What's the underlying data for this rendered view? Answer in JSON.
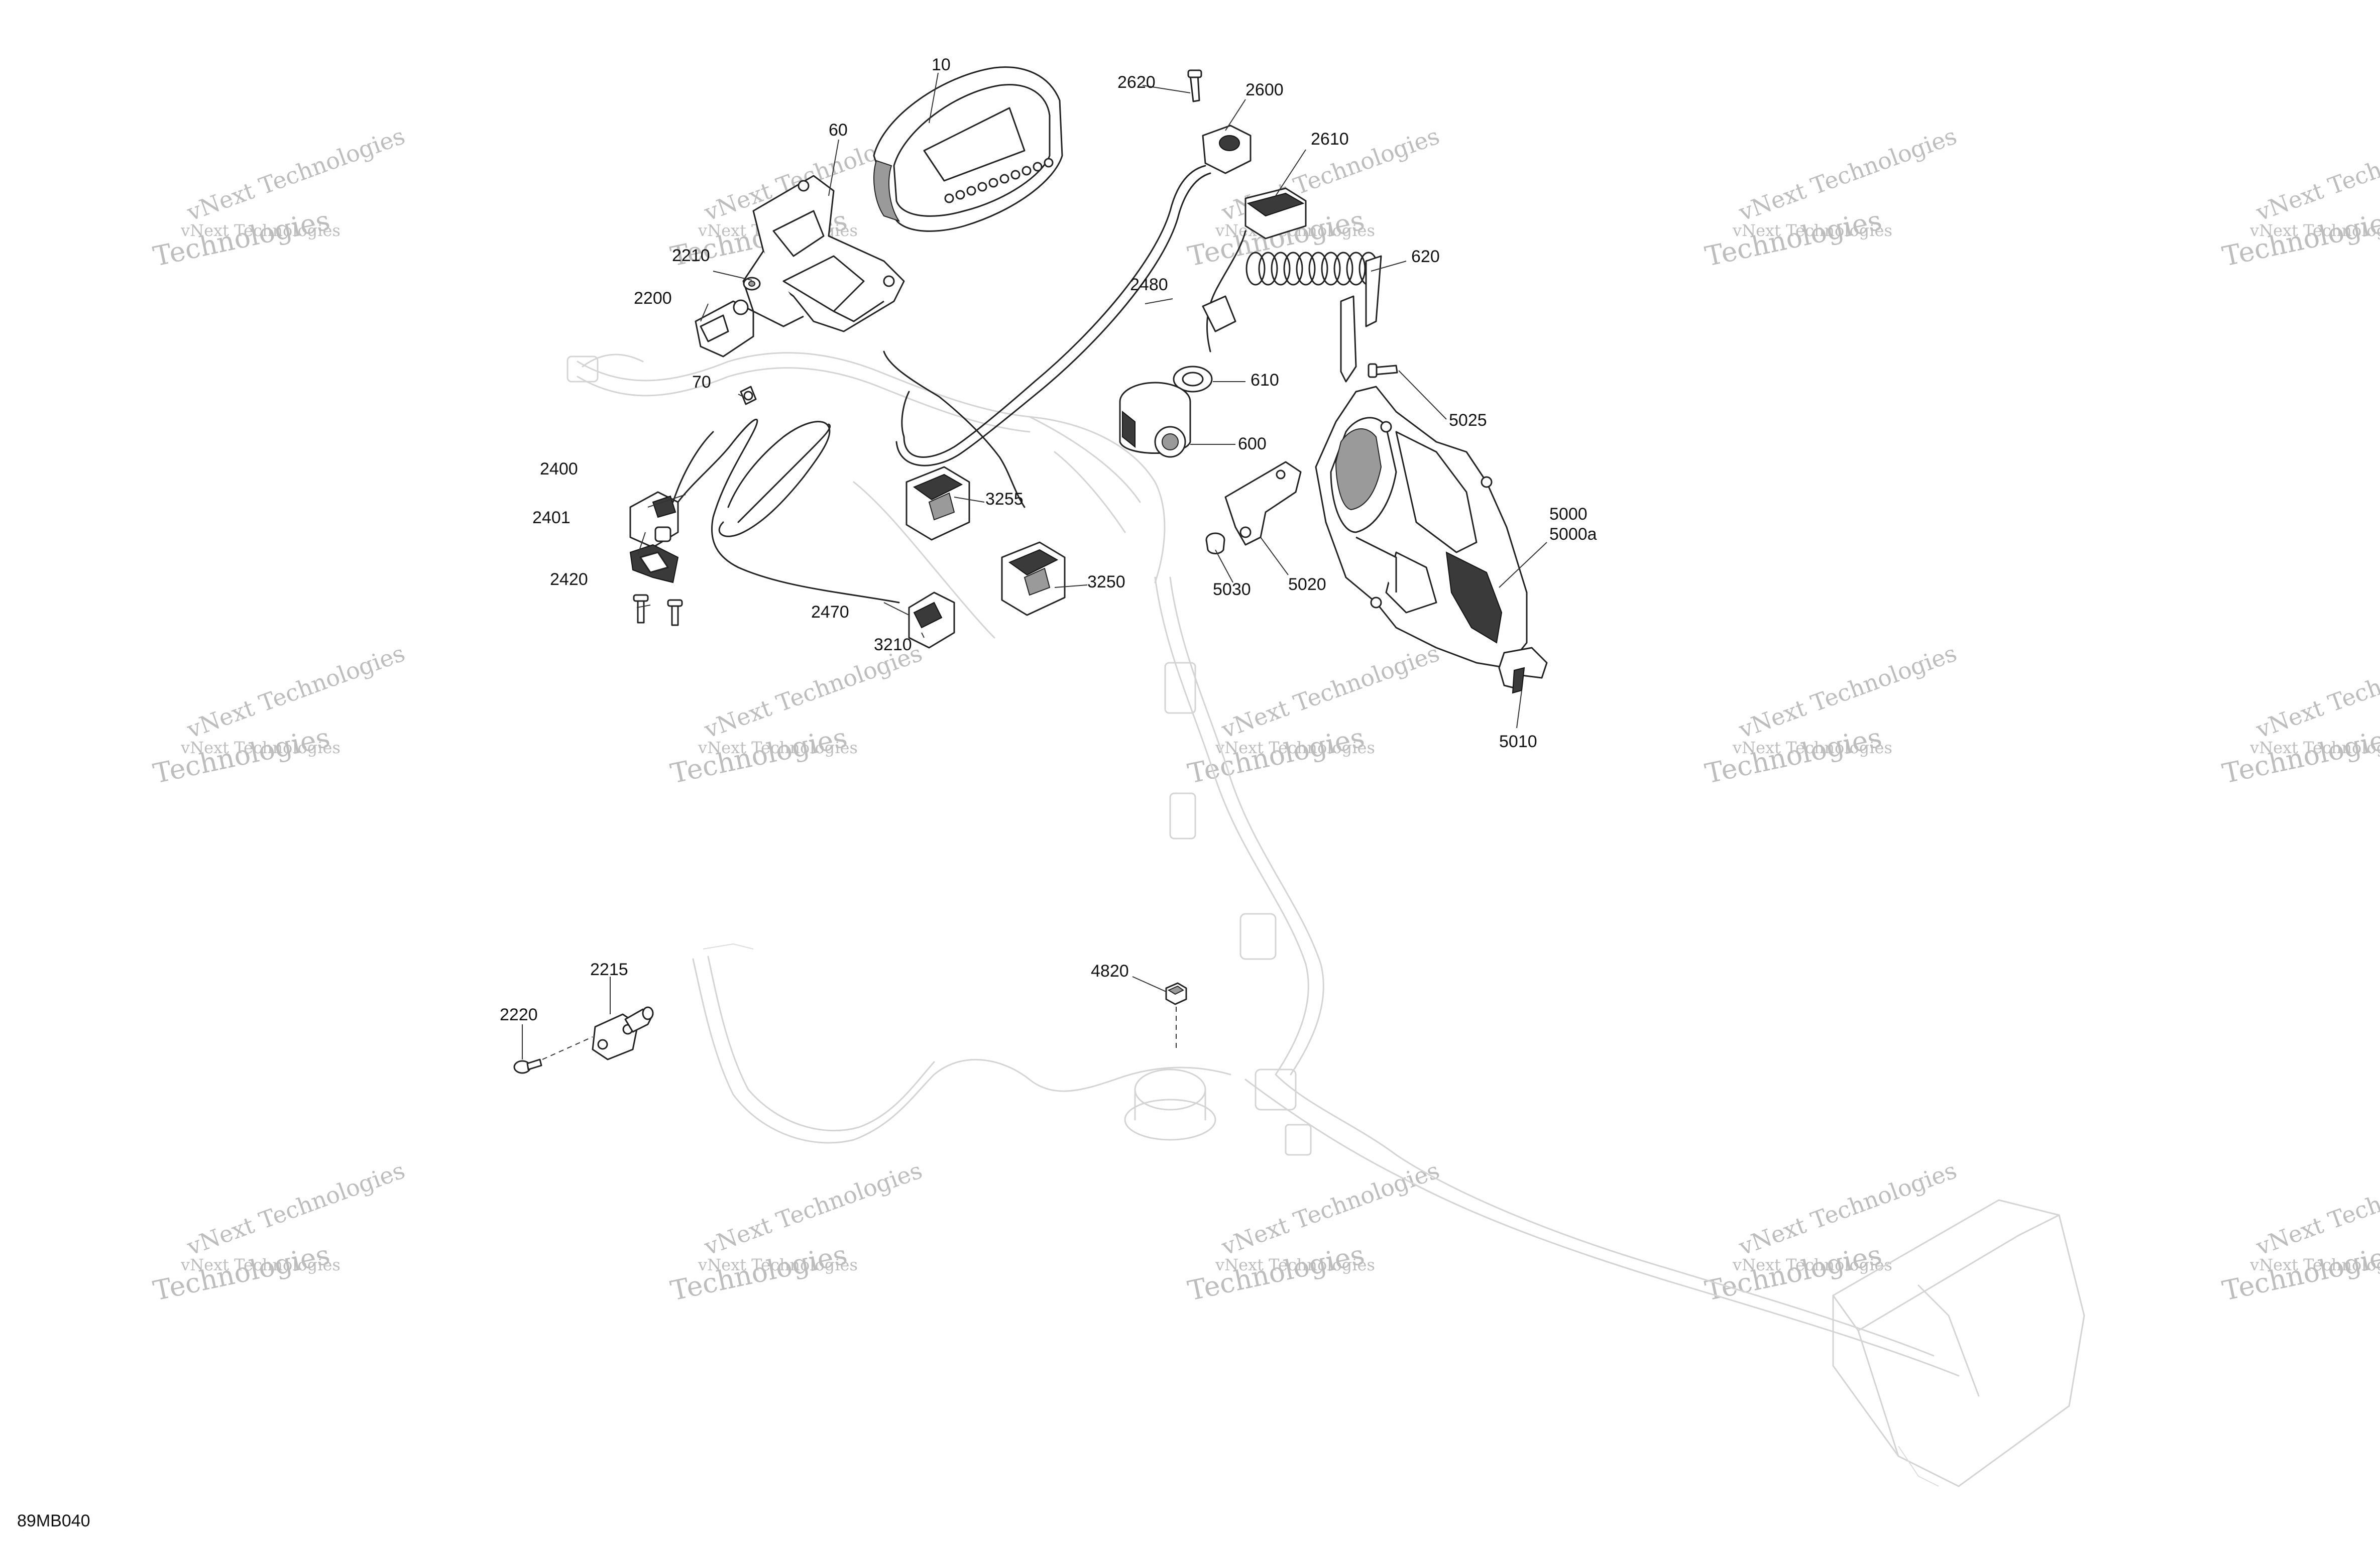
{
  "drawing_code": "89MB040",
  "watermark": {
    "line1": "vNext Technologies",
    "line2": "Technologies"
  },
  "callouts": [
    {
      "id": "c10",
      "label": "10"
    },
    {
      "id": "c60",
      "label": "60"
    },
    {
      "id": "c70",
      "label": "70"
    },
    {
      "id": "c600",
      "label": "600"
    },
    {
      "id": "c610",
      "label": "610"
    },
    {
      "id": "c620",
      "label": "620"
    },
    {
      "id": "c2200",
      "label": "2200"
    },
    {
      "id": "c2210",
      "label": "2210"
    },
    {
      "id": "c2215",
      "label": "2215"
    },
    {
      "id": "c2220",
      "label": "2220"
    },
    {
      "id": "c2400",
      "label": "2400"
    },
    {
      "id": "c2401",
      "label": "2401"
    },
    {
      "id": "c2420",
      "label": "2420"
    },
    {
      "id": "c2470",
      "label": "2470"
    },
    {
      "id": "c2480",
      "label": "2480"
    },
    {
      "id": "c2600",
      "label": "2600"
    },
    {
      "id": "c2610",
      "label": "2610"
    },
    {
      "id": "c2620",
      "label": "2620"
    },
    {
      "id": "c3210",
      "label": "3210"
    },
    {
      "id": "c3250",
      "label": "3250"
    },
    {
      "id": "c3255",
      "label": "3255"
    },
    {
      "id": "c4820",
      "label": "4820"
    },
    {
      "id": "c5000",
      "label": "5000"
    },
    {
      "id": "c5000a",
      "label": "5000a"
    },
    {
      "id": "c5010",
      "label": "5010"
    },
    {
      "id": "c5020",
      "label": "5020"
    },
    {
      "id": "c5025",
      "label": "5025"
    },
    {
      "id": "c5030",
      "label": "5030"
    }
  ]
}
